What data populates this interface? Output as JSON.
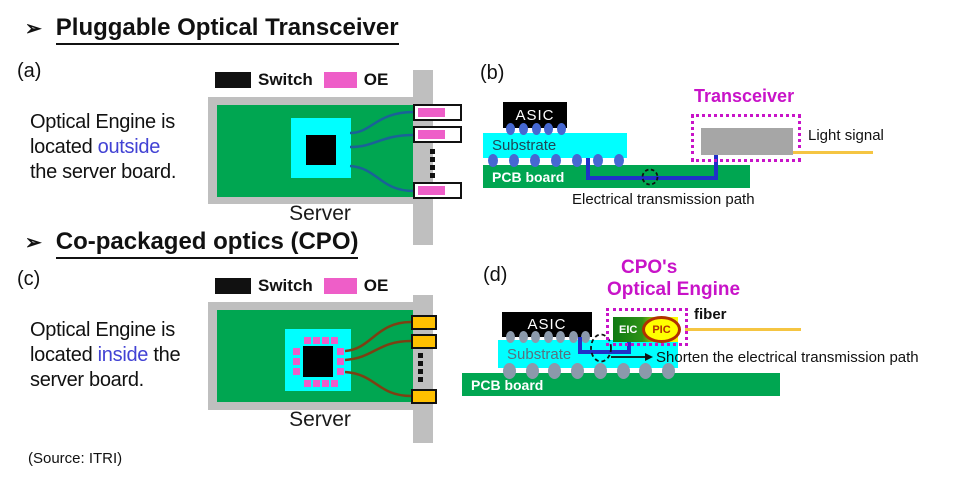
{
  "headings": {
    "section1": {
      "bullet": "➢",
      "title": "Pluggable Optical Transceiver"
    },
    "section2": {
      "bullet": "➢",
      "title": "Co-packaged optics (CPO)"
    }
  },
  "panel_a": {
    "label": "(a)",
    "caption": {
      "line1": "Optical Engine is",
      "line2_before": "located ",
      "line2_highlight": "outside",
      "line2_after": "",
      "line3": "the server board."
    },
    "legend": {
      "switch": "Switch",
      "oe": "OE"
    },
    "server": "Server"
  },
  "panel_b": {
    "label": "(b)",
    "asic": "ASIC",
    "substrate": "Substrate",
    "pcb": "PCB board",
    "transceiver_title": "Transceiver",
    "light_signal": "Light signal",
    "elec_path": "Electrical transmission path"
  },
  "panel_c": {
    "label": "(c)",
    "caption": {
      "line1": "Optical Engine is",
      "line2_before": "located ",
      "line2_highlight": "inside",
      "line2_after": " the",
      "line3": "server board."
    },
    "legend": {
      "switch": "Switch",
      "oe": "OE"
    },
    "server": "Server"
  },
  "panel_d": {
    "label": "(d)",
    "title_line1": "CPO's",
    "title_line2": "Optical Engine",
    "asic": "ASIC",
    "substrate": "Substrate",
    "pcb": "PCB board",
    "eic": "EIC",
    "pic": "PIC",
    "fiber": "fiber",
    "shorten": "Shorten the electrical transmission path"
  },
  "source_note": "(Source: ITRI)",
  "colors": {
    "board_green": "#00A651",
    "substrate_cyan": "#00FFFF",
    "chassis_gray": "#BFBFBF",
    "oe_magenta": "#EE5EC8",
    "cpo_magenta": "#C813C8",
    "highlight_blue": "#4242D4",
    "wire_blue": "#1A6298",
    "wire_brown": "#7C4013",
    "path_blue": "#2030C8",
    "bump_blue": "#4668D2",
    "bump_gray": "#8B99AB",
    "connector_orange": "#FFC000",
    "fiber_yellow": "#F5C542",
    "transceiver_gray": "#A6A6A6",
    "eic_green": "#168A16",
    "pic_yellow": "#FFFF00",
    "pic_border": "#B03000"
  }
}
